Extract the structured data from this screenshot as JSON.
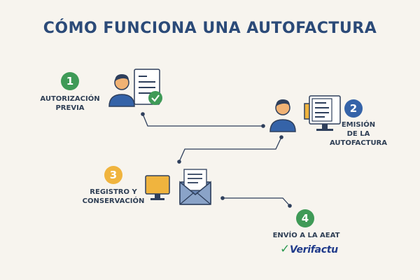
{
  "title": "CÓMO FUNCIONA UNA AUTOFACTURA",
  "steps": [
    {
      "number": "1",
      "label_lines": [
        "AUTORIZACIÓN",
        "PREVIA"
      ],
      "color": "#3f9a57"
    },
    {
      "number": "2",
      "label_lines": [
        "EMISIÓN",
        "DE LA",
        "AUTOFACTURA"
      ],
      "color": "#3563a8"
    },
    {
      "number": "3",
      "label_lines": [
        "REGISTRO Y",
        "CONSERVACIÓN"
      ],
      "color": "#f0b43e"
    },
    {
      "number": "4",
      "label_lines": [
        "ENVÍO A LA AEAT"
      ],
      "color": "#3f9a57"
    }
  ],
  "logo_text": "Verifactu",
  "icons": [
    "person-icon",
    "document-check-icon",
    "monitor-icon",
    "envelope-icon"
  ],
  "colors": {
    "title": "#2b4a78",
    "accent_dark": "#2e3f5c",
    "accent_blue": "#3563a8",
    "accent_yellow": "#f0b43e",
    "accent_green": "#3f9a57",
    "background": "#f7f4ee"
  }
}
